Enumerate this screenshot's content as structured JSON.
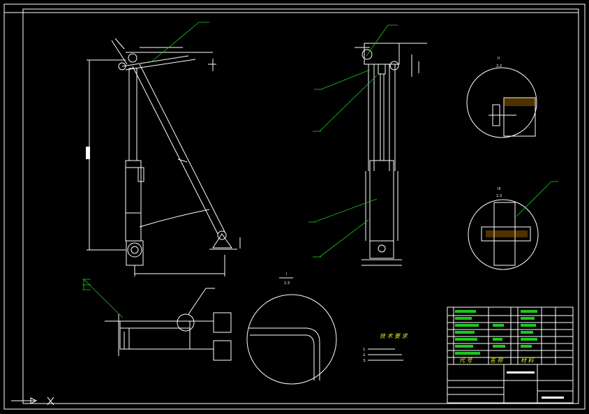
{
  "drawing": {
    "tech_requirements_title": "技 术 要 求",
    "tech_requirements_items": [
      "1.",
      "2.",
      "3."
    ],
    "detail_labels": {
      "detail_one": "I",
      "detail_one_scale": "1:3",
      "detail_two": "II",
      "detail_two_scale": "2:2",
      "detail_three": "III",
      "detail_three_scale": "1:3"
    },
    "title_block": {
      "col_code": "代 号",
      "col_name": "名 称",
      "col_material": "材 料"
    },
    "colors": {
      "background": "#000000",
      "line": "#ffffff",
      "leader": "#1ec81e",
      "highlight": "#e8e81e"
    }
  }
}
